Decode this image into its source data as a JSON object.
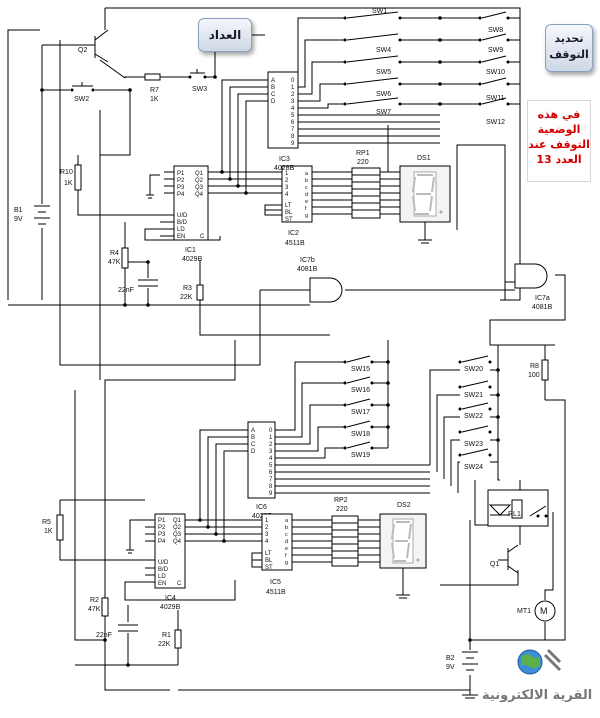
{
  "annotations": {
    "counter": "العداد",
    "set_stop_line1": "تحديد",
    "set_stop_line2": "التوقف",
    "note_l1": "في هذه",
    "note_l2": "الوضعية",
    "note_l3": "التوقف عند",
    "note_l4": "العدد 13",
    "brand": "القرية الالكترونية"
  },
  "labels": {
    "q2": "Q2",
    "q1": "Q1",
    "sw2": "SW2",
    "sw3": "SW3",
    "r7": "R7",
    "r7v": "1K",
    "r10": "R10",
    "r10v": "1K",
    "b1": "B1",
    "b1v": "9V",
    "b2": "B2",
    "b2v": "9V",
    "r4": "R4",
    "r4v": "47K",
    "c1v": "22nF",
    "r3": "R3",
    "r3v": "22K",
    "r5": "R5",
    "r5v": "1K",
    "r2": "R2",
    "r2v": "47K",
    "c2v": "22nF",
    "r1": "R1",
    "r1v": "22K",
    "r8": "R8",
    "r8v": "100",
    "ic1": "IC1",
    "ic1t": "4029B",
    "ic2": "IC2",
    "ic2t": "4511B",
    "ic3": "IC3",
    "ic3t": "4028B",
    "ic4": "IC4",
    "ic4t": "4029B",
    "ic5": "IC5",
    "ic5t": "4511B",
    "ic6": "IC6",
    "ic6t": "4028B",
    "ic7a": "IC7a",
    "ic7at": "4081B",
    "ic7b": "IC7b",
    "ic7bt": "4081B",
    "rp1": "RP1",
    "rp1v": "220",
    "rp2": "RP2",
    "rp2v": "220",
    "ds1": "DS1",
    "ds2": "DS2",
    "mt1": "MT1",
    "rl1": "RL1",
    "sw1": "SW1",
    "sw4": "SW4",
    "sw5": "SW5",
    "sw6": "SW6",
    "sw7": "SW7",
    "sw8": "SW8",
    "sw9": "SW9",
    "sw10": "SW10",
    "sw11": "SW11",
    "sw12": "SW12",
    "sw15": "SW15",
    "sw16": "SW16",
    "sw17": "SW17",
    "sw18": "SW18",
    "sw19": "SW19",
    "sw20": "SW20",
    "sw21": "SW21",
    "sw22": "SW22",
    "sw23": "SW23",
    "sw24": "SW24"
  },
  "pins": {
    "p1": "P1",
    "p2": "P2",
    "p3": "P3",
    "p4": "P4",
    "q1": "Q1",
    "q2": "Q2",
    "q3": "Q3",
    "q4": "Q4",
    "ud": "U/D",
    "bd": "B/D",
    "ld": "LD",
    "en": "EN",
    "c": "C",
    "a": "A",
    "b": "B",
    "c2": "C",
    "d": "D",
    "lt": "LT",
    "bl": "BL",
    "st": "ST",
    "sa": "a",
    "sb": "b",
    "sc": "c",
    "sd": "d",
    "se": "e",
    "sf": "f",
    "sg": "g",
    "n1": "1",
    "n2": "2",
    "n3": "3",
    "n4": "4",
    "d0": "0",
    "d1": "1",
    "d2": "2",
    "d3": "3",
    "d4": "4",
    "d5": "5",
    "d6": "6",
    "d7": "7",
    "d8": "8",
    "d9": "9"
  }
}
